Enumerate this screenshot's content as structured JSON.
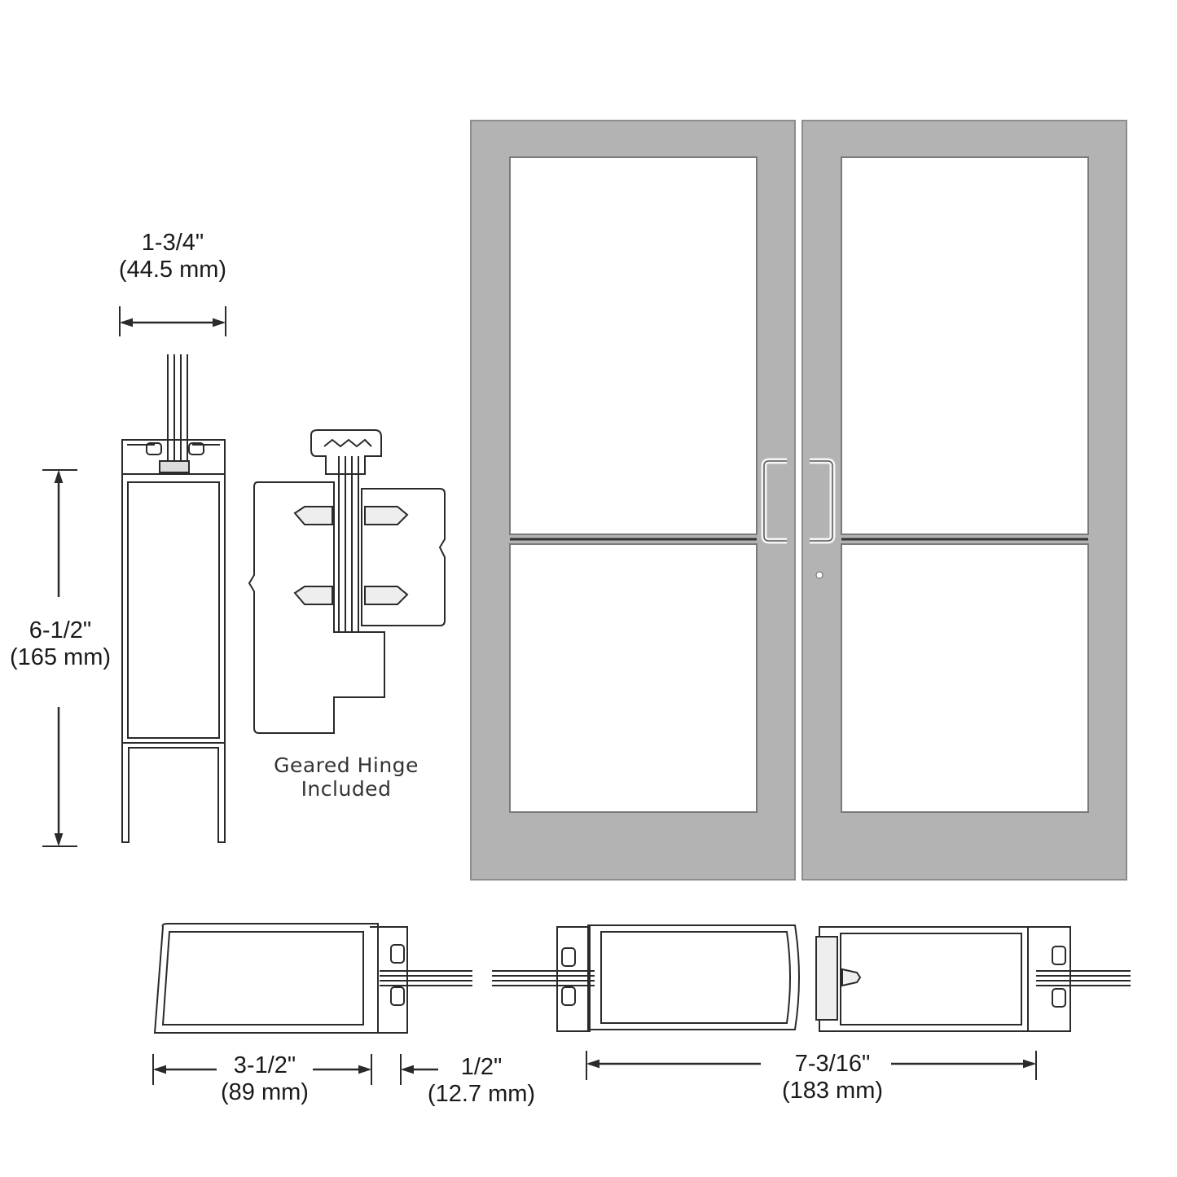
{
  "dimensions": {
    "stile_depth": {
      "imperial": "1-3/4\"",
      "metric": "(44.5 mm)"
    },
    "rail_height": {
      "imperial": "6-1/2\"",
      "metric": "(165 mm)"
    },
    "stile_width": {
      "imperial": "3-1/2\"",
      "metric": "(89 mm)"
    },
    "glass_gap": {
      "imperial": "1/2\"",
      "metric": "(12.7 mm)"
    },
    "meeting_stiles": {
      "imperial": "7-3/16\"",
      "metric": "(183 mm)"
    }
  },
  "hinge_note": {
    "line1": "Geared Hinge",
    "line2": "Included"
  },
  "colors": {
    "frame": "#b3b3b3",
    "frame_edge": "#8c8c8c",
    "line": "#2a2a2a",
    "glass": "#ffffff"
  },
  "doors": [
    {
      "handle": "pull-handle-left"
    },
    {
      "handle": "pull-handle-right",
      "lock": "keyhole"
    }
  ]
}
